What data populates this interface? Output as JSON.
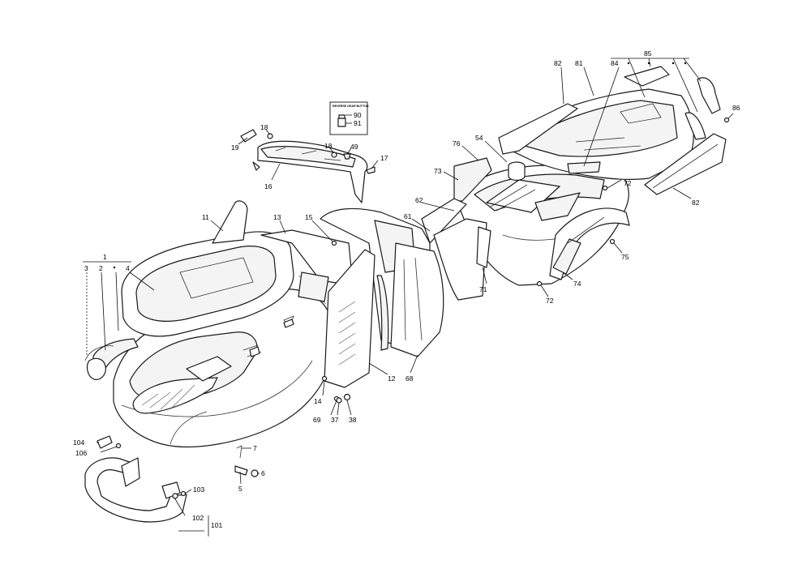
{
  "diagram": {
    "decal_label": "REVERSE GEAR BUTTON",
    "callouts": {
      "c1": "1",
      "c2": "2",
      "c3": "3",
      "c4": "4",
      "c5": "5",
      "c6": "6",
      "c7": "7",
      "c11": "11",
      "c12": "12",
      "c13": "13",
      "c14": "14",
      "c15": "15",
      "c16": "16",
      "c17": "17",
      "c18a": "18",
      "c18b": "18",
      "c19": "19",
      "c37": "37",
      "c38": "38",
      "c49": "49",
      "c54": "54",
      "c61": "61",
      "c62": "62",
      "c68": "68",
      "c69": "69",
      "c71": "71",
      "c72a": "72",
      "c72b": "72",
      "c73": "73",
      "c74": "74",
      "c75": "75",
      "c76": "76",
      "c81": "81",
      "c82a": "82",
      "c82b": "82",
      "c84": "84",
      "c85": "85",
      "c86": "86",
      "c90": "90",
      "c91": "91",
      "c101": "101",
      "c102": "102",
      "c103": "103",
      "c104": "104",
      "c106": "106"
    }
  }
}
